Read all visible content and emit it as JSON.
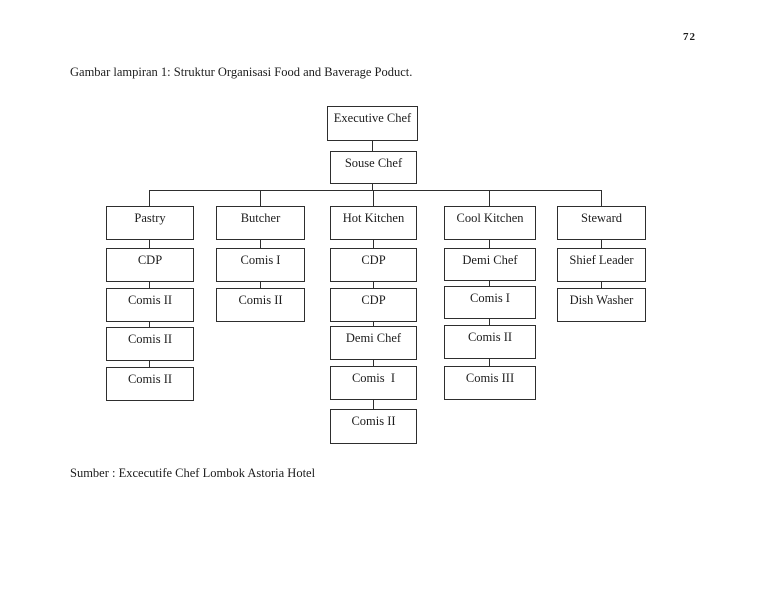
{
  "page": {
    "number": "72",
    "caption": "Gambar lampiran 1: Struktur Organisasi Food and Baverage Poduct.",
    "source": "Sumber : Excecutife Chef Lombok Astoria Hotel"
  },
  "org_chart": {
    "type": "org-tree",
    "root": "Executive Chef",
    "deputy": "Souse Chef",
    "departments": [
      {
        "label": "Pastry",
        "subordinates": [
          "CDP",
          "Comis II",
          "Comis II",
          "Comis II"
        ]
      },
      {
        "label": "Butcher",
        "subordinates": [
          "Comis I",
          "Comis II"
        ]
      },
      {
        "label": "Hot Kitchen",
        "subordinates": [
          "CDP",
          "CDP",
          "Demi Chef",
          "Comis  I",
          "Comis II"
        ]
      },
      {
        "label": "Cool Kitchen",
        "subordinates": [
          "Demi Chef",
          "Comis I",
          "Comis II",
          "Comis III"
        ]
      },
      {
        "label": "Steward",
        "subordinates": [
          "Shief Leader",
          "Dish Washer"
        ]
      }
    ],
    "colors": {
      "ink": "#1c1c1c",
      "box_border": "#2e2e2e",
      "background": "#ffffff"
    }
  }
}
